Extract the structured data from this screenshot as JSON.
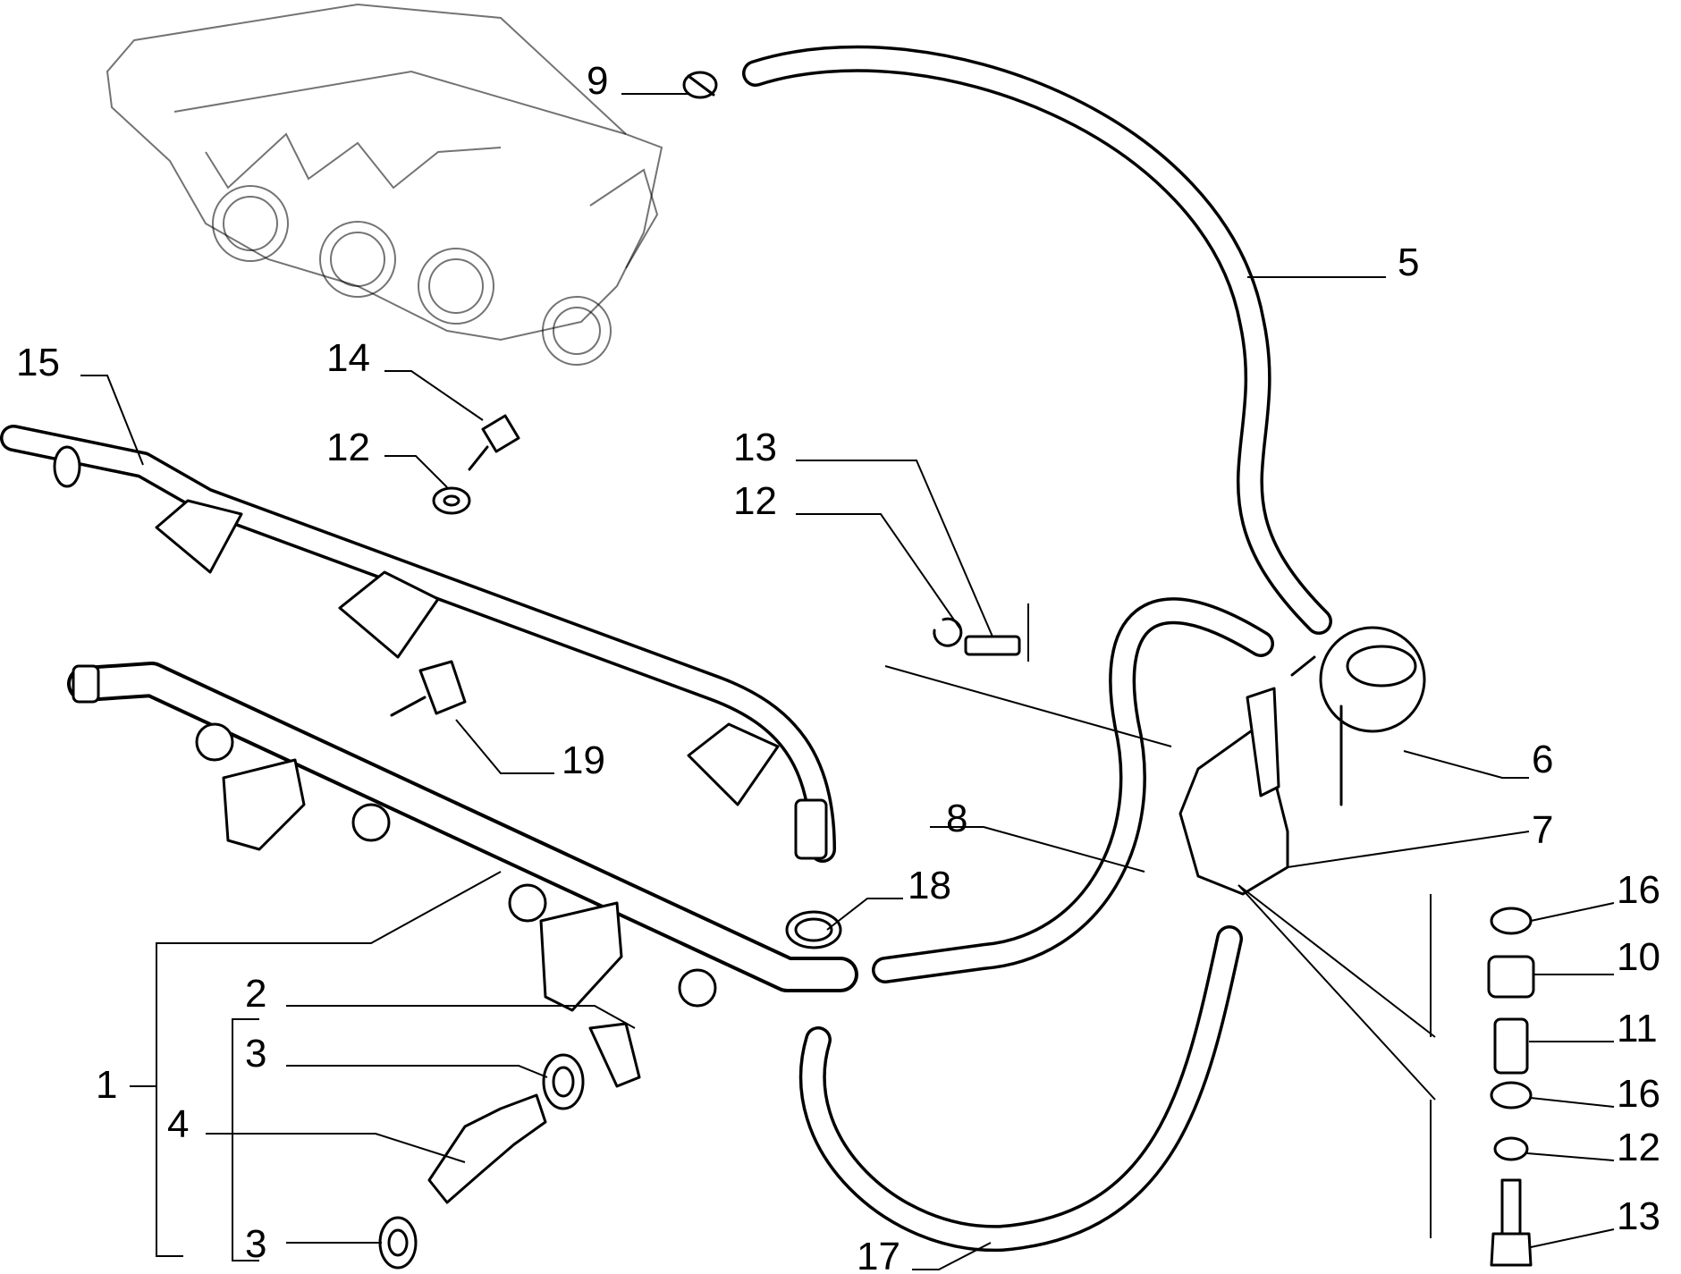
{
  "callouts": {
    "c1": "1",
    "c2": "2",
    "c3a": "3",
    "c3b": "3",
    "c4": "4",
    "c5": "5",
    "c6": "6",
    "c7": "7",
    "c8": "8",
    "c9": "9",
    "c10": "10",
    "c11": "11",
    "c12a": "12",
    "c12b": "12",
    "c12c": "12",
    "c13a": "13",
    "c13b": "13",
    "c14": "14",
    "c15": "15",
    "c16a": "16",
    "c16b": "16",
    "c17": "17",
    "c18": "18",
    "c19": "19"
  }
}
